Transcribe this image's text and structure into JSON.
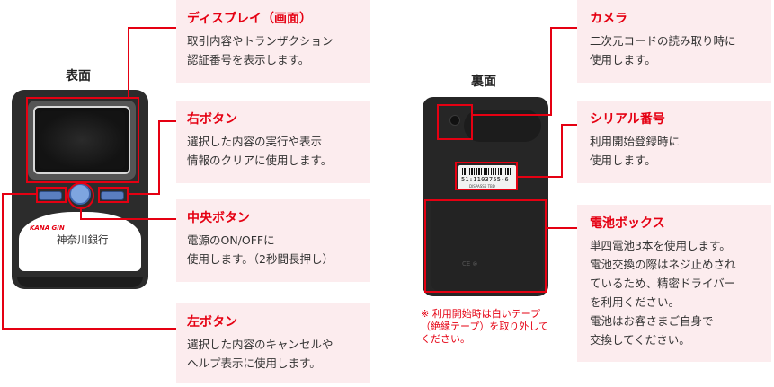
{
  "front": {
    "heading": "表面",
    "logo": "KANA GIN",
    "bank_name": "神奈川銀行"
  },
  "back": {
    "heading": "裏面",
    "serial": "51:1103755-6",
    "serial_sub": "DISPASS6 TBD",
    "note": "※ 利用開始時は白いテープ\n（絶縁テープ）を取り外して\nください。"
  },
  "callouts": [
    {
      "title": "ディスプレイ（画面）",
      "desc": "取引内容やトランザクション\n認証番号を表示します。"
    },
    {
      "title": "右ボタン",
      "desc": "選択した内容の実行や表示\n情報のクリアに使用します。"
    },
    {
      "title": "中央ボタン",
      "desc": "電源のON/OFFに\n使用します。（2秒間長押し）"
    },
    {
      "title": "左ボタン",
      "desc": "選択した内容のキャンセルや\nヘルプ表示に使用します。"
    },
    {
      "title": "カメラ",
      "desc": "二次元コードの読み取り時に\n使用します。"
    },
    {
      "title": "シリアル番号",
      "desc": "利用開始登録時に\n使用します。"
    },
    {
      "title": "電池ボックス",
      "desc": "単四電池3本を使用します。\n電池交換の際はネジ止めされ\nているため、精密ドライバー\nを利用ください。\n電池はお客さまご自身で\n交換してください。"
    }
  ],
  "colors": {
    "accent": "#e50012",
    "callout_bg": "#fcecee",
    "device": "#2c2c2c"
  }
}
